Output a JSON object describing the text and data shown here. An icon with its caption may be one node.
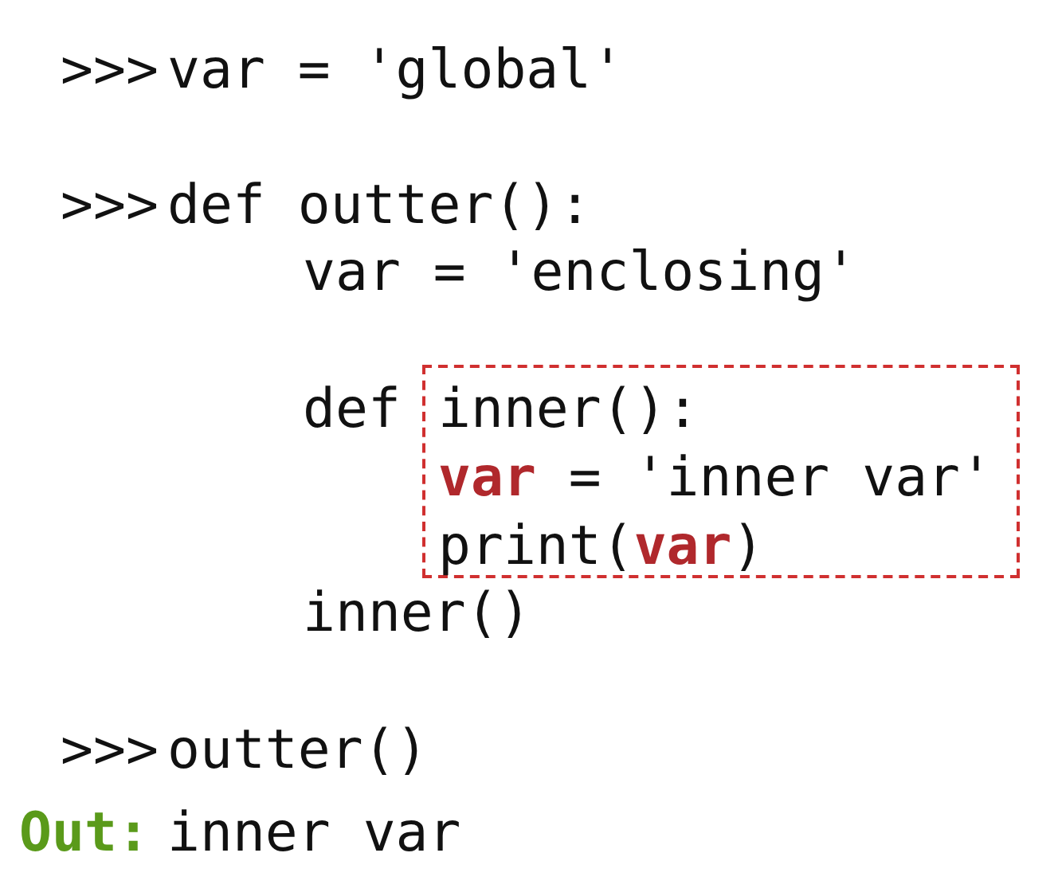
{
  "diagram": {
    "nodes": [
      {
        "text": [
          "inner():",
          "**var** = 'inner var'",
          "print(**var**)"
        ]
      }
    ],
    "labels": [
      ">>>",
      "var = 'global'",
      ">>>",
      "def outter():",
      "var = 'enclosing'",
      "def",
      "inner()",
      ">>>",
      "outter()",
      "Out:",
      "inner var"
    ]
  }
}
